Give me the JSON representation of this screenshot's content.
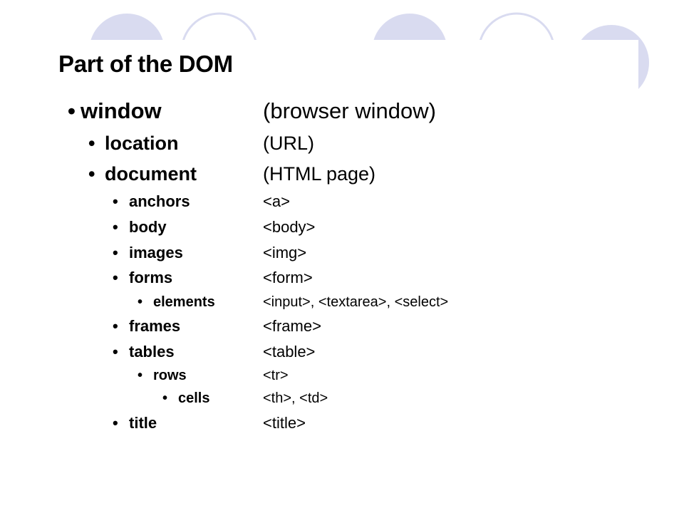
{
  "title": "Part of the DOM",
  "items": [
    {
      "label": "window",
      "description": "(browser window)"
    },
    {
      "label": "location",
      "description": "(URL)"
    },
    {
      "label": "document",
      "description": "(HTML page)"
    },
    {
      "label": "anchors",
      "description": "<a>"
    },
    {
      "label": "body",
      "description": "<body>"
    },
    {
      "label": "images",
      "description": "<img>"
    },
    {
      "label": "forms",
      "description": "<form>"
    },
    {
      "label": "elements",
      "description": "<input>, <textarea>, <select>"
    },
    {
      "label": "frames",
      "description": "<frame>"
    },
    {
      "label": "tables",
      "description": "<table>"
    },
    {
      "label": "rows",
      "description": "<tr>"
    },
    {
      "label": "cells",
      "description": "<th>, <td>"
    },
    {
      "label": "title",
      "description": "<title>"
    }
  ],
  "colors": {
    "decor_circle": "#d9dbf0",
    "text": "#000000"
  }
}
